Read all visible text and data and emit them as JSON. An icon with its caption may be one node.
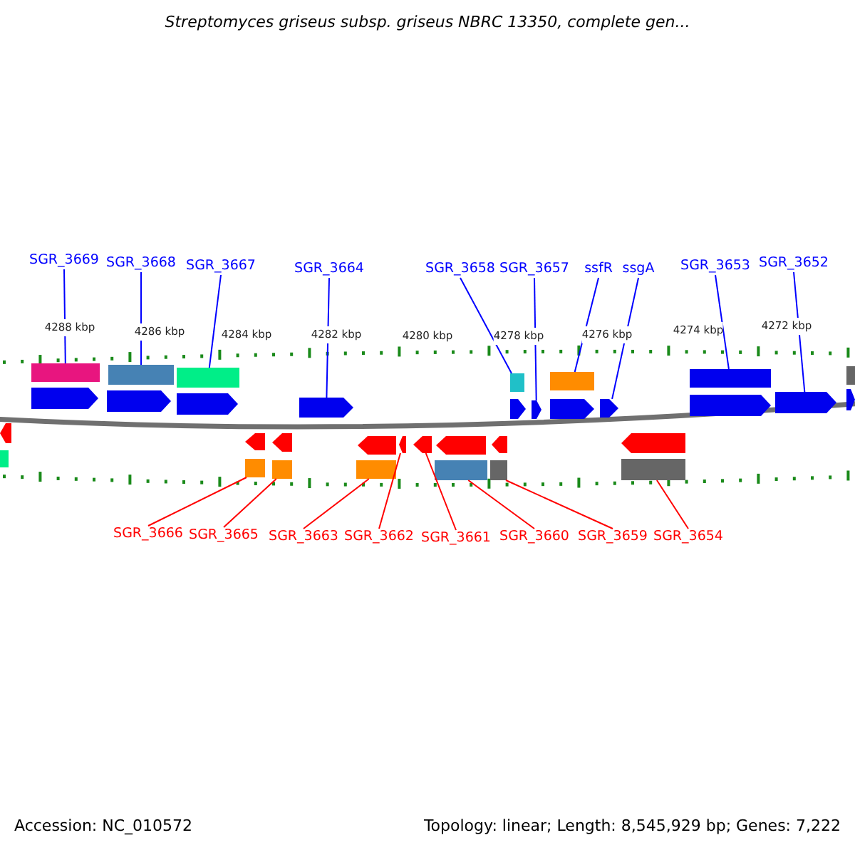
{
  "diagram": {
    "title": "Streptomyces griseus subsp. griseus NBRC 13350, complete gen...",
    "nodes": [
      {
        "text": [
          "SGR_3669"
        ]
      },
      {
        "text": [
          "SGR_3668"
        ]
      },
      {
        "text": [
          "SGR_3667"
        ]
      },
      {
        "text": [
          "SGR_3664"
        ]
      },
      {
        "text": [
          "SGR_3658"
        ]
      },
      {
        "text": [
          "SGR_3657"
        ]
      },
      {
        "text": [
          "ssfR"
        ]
      },
      {
        "text": [
          "ssgA"
        ]
      },
      {
        "text": [
          "SGR_3653"
        ]
      },
      {
        "text": [
          "SGR_3652"
        ]
      },
      {
        "text": [
          "SGR_3666"
        ]
      },
      {
        "text": [
          "SGR_3665"
        ]
      },
      {
        "text": [
          "SGR_3663"
        ]
      },
      {
        "text": [
          "SGR_3662"
        ]
      },
      {
        "text": [
          "SGR_3661"
        ]
      },
      {
        "text": [
          "SGR_3660"
        ]
      },
      {
        "text": [
          "SGR_3659"
        ]
      },
      {
        "text": [
          "SGR_3654"
        ]
      },
      {
        "text": [],
        "shape": "bar"
      },
      {
        "text": [],
        "shape": "bar"
      },
      {
        "text": [],
        "shape": "bar"
      },
      {
        "text": [],
        "shape": "bar"
      },
      {
        "text": [],
        "shape": "bar"
      },
      {
        "text": [],
        "shape": "bar"
      },
      {
        "text": [],
        "shape": "bar"
      },
      {
        "text": [],
        "shape": "pentagon"
      },
      {
        "text": [],
        "shape": "pentagon"
      },
      {
        "text": [],
        "shape": "pentagon"
      },
      {
        "text": [],
        "shape": "pentagon"
      },
      {
        "text": [],
        "shape": "pentagon"
      },
      {
        "text": [],
        "shape": "pentagon"
      },
      {
        "text": [],
        "shape": "pentagon"
      },
      {
        "text": [],
        "shape": "pentagon"
      },
      {
        "text": [],
        "shape": "pentagon"
      },
      {
        "text": [],
        "shape": "pentagon"
      },
      {
        "text": [],
        "shape": "pentagon"
      },
      {
        "text": [],
        "shape": "pentagon"
      },
      {
        "text": [],
        "shape": "pentagon"
      },
      {
        "text": [],
        "shape": "pentagon"
      },
      {
        "text": [],
        "shape": "pentagon"
      },
      {
        "text": [],
        "shape": "pentagon"
      },
      {
        "text": [],
        "shape": "pentagon"
      },
      {
        "text": [],
        "shape": "pentagon"
      },
      {
        "text": [],
        "shape": "pentagon"
      },
      {
        "text": [],
        "shape": "pentagon"
      },
      {
        "text": [],
        "shape": "bar"
      },
      {
        "text": [],
        "shape": "bar"
      },
      {
        "text": [],
        "shape": "bar"
      },
      {
        "text": [],
        "shape": "bar"
      },
      {
        "text": [],
        "shape": "bar"
      },
      {
        "text": [],
        "shape": "bar"
      },
      {
        "text": [],
        "shape": "bar"
      }
    ],
    "edges": [
      {
        "from": 0,
        "to": 18,
        "arrow": "none"
      },
      {
        "from": 1,
        "to": 19,
        "arrow": "none"
      },
      {
        "from": 2,
        "to": 20,
        "arrow": "none"
      },
      {
        "from": 3,
        "to": 28,
        "arrow": "none"
      },
      {
        "from": 4,
        "to": 21,
        "arrow": "none"
      },
      {
        "from": 5,
        "to": 30,
        "arrow": "none"
      },
      {
        "from": 6,
        "to": 22,
        "arrow": "none"
      },
      {
        "from": 7,
        "to": 32,
        "arrow": "none"
      },
      {
        "from": 8,
        "to": 23,
        "arrow": "none"
      },
      {
        "from": 9,
        "to": 34,
        "arrow": "none"
      },
      {
        "from": 10,
        "to": 46,
        "arrow": "none",
        "color": "#ff0000"
      },
      {
        "from": 11,
        "to": 47,
        "arrow": "none",
        "color": "#ff0000"
      },
      {
        "from": 12,
        "to": 48,
        "arrow": "none",
        "color": "#ff0000"
      },
      {
        "from": 13,
        "to": 40,
        "arrow": "none",
        "color": "#ff0000"
      },
      {
        "from": 14,
        "to": 41,
        "arrow": "none",
        "color": "#ff0000"
      },
      {
        "from": 15,
        "to": 49,
        "arrow": "none",
        "color": "#ff0000"
      },
      {
        "from": 16,
        "to": 50,
        "arrow": "none",
        "color": "#ff0000"
      },
      {
        "from": 17,
        "to": 51,
        "arrow": "none",
        "color": "#ff0000"
      }
    ],
    "labels": [
      "4288 kbp",
      "4286 kbp",
      "4284 kbp",
      "4282 kbp",
      "4280 kbp",
      "4278 kbp",
      "4276 kbp",
      "4274 kbp",
      "4272 kbp",
      "Accession: NC_010572",
      "Topology: linear; Length: 8,545,929 bp; Genes: 7,222"
    ]
  }
}
